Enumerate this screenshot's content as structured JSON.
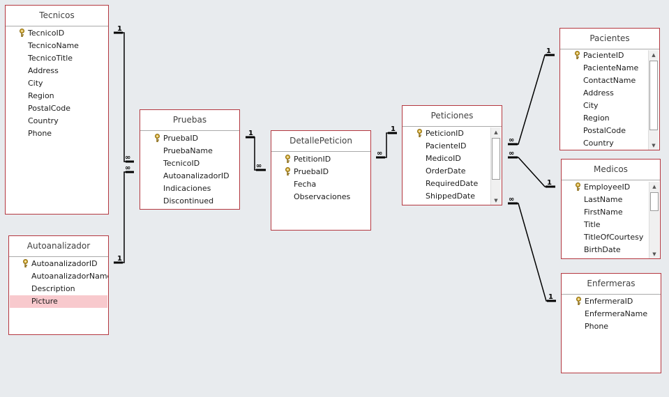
{
  "tables": [
    {
      "id": "tecnicos",
      "title": "Tecnicos",
      "fields": [
        {
          "name": "TecnicoID",
          "key": true
        },
        {
          "name": "TecnicoName"
        },
        {
          "name": "TecnicoTitle"
        },
        {
          "name": "Address"
        },
        {
          "name": "City"
        },
        {
          "name": "Region"
        },
        {
          "name": "PostalCode"
        },
        {
          "name": "Country"
        },
        {
          "name": "Phone"
        }
      ]
    },
    {
      "id": "autoanalizador",
      "title": "Autoanalizador",
      "fields": [
        {
          "name": "AutoanalizadorID",
          "key": true
        },
        {
          "name": "AutoanalizadorName"
        },
        {
          "name": "Description"
        },
        {
          "name": "Picture",
          "selected": true
        }
      ]
    },
    {
      "id": "pruebas",
      "title": "Pruebas",
      "fields": [
        {
          "name": "PruebaID",
          "key": true
        },
        {
          "name": "PruebaName"
        },
        {
          "name": "TecnicoID"
        },
        {
          "name": "AutoanalizadorID"
        },
        {
          "name": "Indicaciones"
        },
        {
          "name": "Discontinued"
        }
      ]
    },
    {
      "id": "detallepeticion",
      "title": "DetallePeticion",
      "fields": [
        {
          "name": "PetitionID",
          "key": true
        },
        {
          "name": "PruebaID",
          "key": true
        },
        {
          "name": "Fecha"
        },
        {
          "name": "Observaciones"
        }
      ]
    },
    {
      "id": "peticiones",
      "title": "Peticiones",
      "fields": [
        {
          "name": "PeticionID",
          "key": true
        },
        {
          "name": "PacienteID"
        },
        {
          "name": "MedicoID"
        },
        {
          "name": "OrderDate"
        },
        {
          "name": "RequiredDate"
        },
        {
          "name": "ShippedDate"
        }
      ]
    },
    {
      "id": "pacientes",
      "title": "Pacientes",
      "fields": [
        {
          "name": "PacienteID",
          "key": true
        },
        {
          "name": "PacienteName"
        },
        {
          "name": "ContactName"
        },
        {
          "name": "Address"
        },
        {
          "name": "City"
        },
        {
          "name": "Region"
        },
        {
          "name": "PostalCode"
        },
        {
          "name": "Country"
        }
      ]
    },
    {
      "id": "medicos",
      "title": "Medicos",
      "fields": [
        {
          "name": "EmployeeID",
          "key": true
        },
        {
          "name": "LastName"
        },
        {
          "name": "FirstName"
        },
        {
          "name": "Title"
        },
        {
          "name": "TitleOfCourtesy"
        },
        {
          "name": "BirthDate"
        }
      ]
    },
    {
      "id": "enfermeras",
      "title": "Enfermeras",
      "fields": [
        {
          "name": "EnfermeraID",
          "key": true
        },
        {
          "name": "EnfermeraName"
        },
        {
          "name": "Phone"
        }
      ]
    }
  ],
  "relationships": [
    {
      "from": "tecnicos",
      "to": "pruebas",
      "one": "1",
      "many": "∞"
    },
    {
      "from": "autoanalizador",
      "to": "pruebas",
      "one": "1",
      "many": "∞"
    },
    {
      "from": "pruebas",
      "to": "detallepeticion",
      "one": "1",
      "many": "∞"
    },
    {
      "from": "peticiones",
      "to": "detallepeticion",
      "one": "1",
      "many": "∞"
    },
    {
      "from": "pacientes",
      "to": "peticiones",
      "one": "1",
      "many": "∞"
    },
    {
      "from": "medicos",
      "to": "peticiones",
      "one": "1",
      "many": "∞"
    },
    {
      "from": "enfermeras",
      "to": "peticiones",
      "one": "1",
      "many": "∞"
    }
  ],
  "colors": {
    "table_border": "#b4373f",
    "selected_row": "#f8c9cd",
    "background": "#e8ebee"
  },
  "icons": {
    "primary_key": "key-icon",
    "scroll_up": "scroll-up-icon",
    "scroll_down": "scroll-down-icon"
  }
}
